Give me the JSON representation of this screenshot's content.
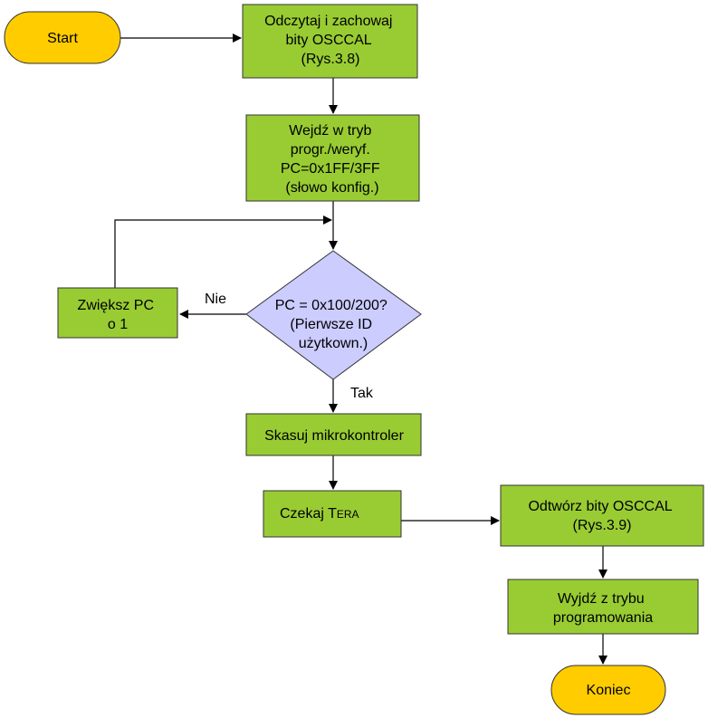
{
  "colors": {
    "terminal_fill": "#ffcc00",
    "process_fill": "#99cc33",
    "decision_fill": "#ccccff",
    "stroke": "#333333",
    "line": "#000000"
  },
  "nodes": {
    "start": {
      "label": "Start"
    },
    "read_osccal": {
      "lines": [
        "Odczytaj i zachowaj",
        "bity OSCCAL",
        "(Rys.3.8)"
      ]
    },
    "enter_mode": {
      "lines": [
        "Wejdź w tryb",
        "progr./weryf.",
        "PC=0x1FF/3FF",
        "(słowo konfig.)"
      ]
    },
    "decision": {
      "lines": [
        "PC = 0x100/200?",
        "(Pierwsze ID",
        "użytkown.)"
      ]
    },
    "increment_pc": {
      "lines": [
        "Zwiększ PC",
        "o 1"
      ]
    },
    "erase": {
      "label": "Skasuj mikrokontroler"
    },
    "wait": {
      "prefix": "Czekaj T",
      "sub": "ERA"
    },
    "restore_osccal": {
      "lines": [
        "Odtwórz bity OSCCAL",
        "(Rys.3.9)"
      ]
    },
    "exit_mode": {
      "lines": [
        "Wyjdź z trybu",
        "programowania"
      ]
    },
    "end": {
      "label": "Koniec"
    }
  },
  "edge_labels": {
    "no": "Nie",
    "yes": "Tak"
  }
}
